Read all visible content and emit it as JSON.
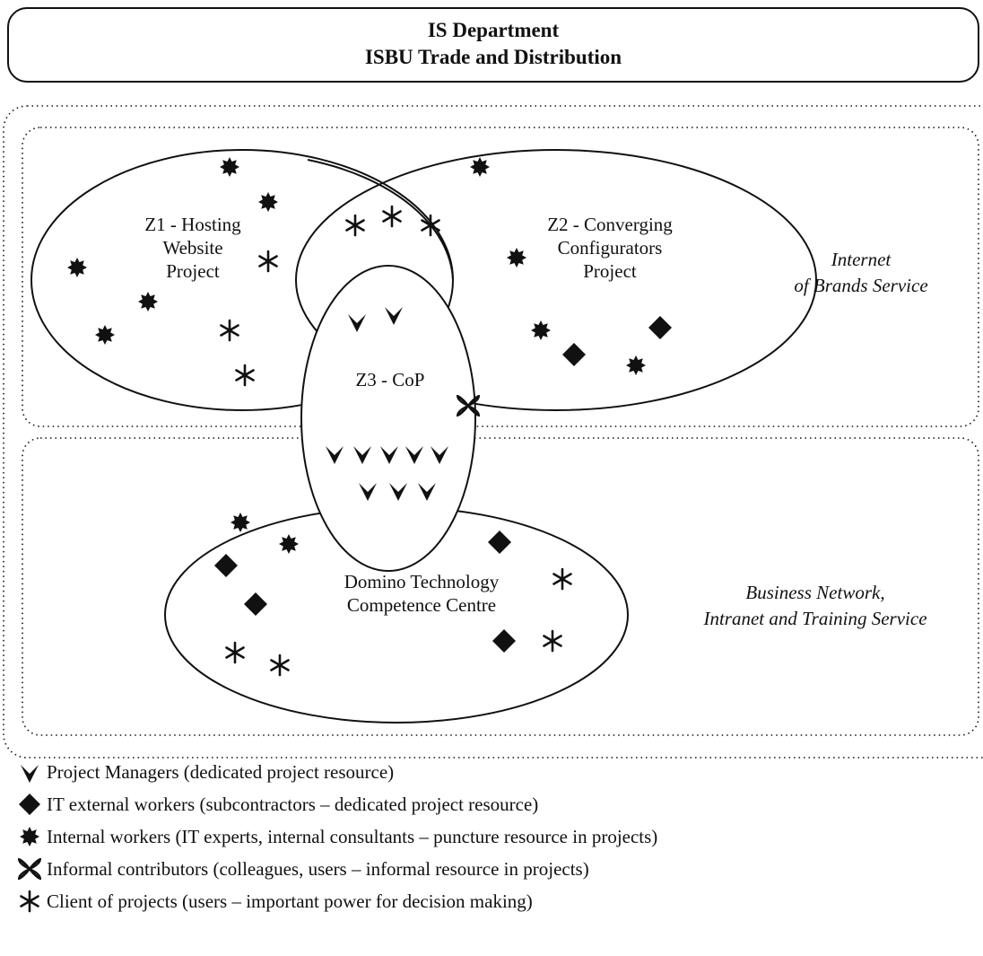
{
  "header": {
    "line1": "IS Department",
    "line2": "ISBU Trade and Distribution"
  },
  "zones": {
    "z1": [
      "Z1 - Hosting",
      "Website",
      "Project"
    ],
    "z2": [
      "Z2 - Converging",
      "Configurators",
      "Project"
    ],
    "z3": "Z3 - CoP",
    "domino": [
      "Domino Technology",
      "Competence Centre"
    ]
  },
  "services": {
    "internet": [
      "Internet",
      "of Brands Service"
    ],
    "business": [
      "Business Network,",
      "Intranet and Training Service"
    ]
  },
  "legend": [
    {
      "icon": "project-manager-chevron-icon",
      "label": "Project Managers (dedicated project resource)"
    },
    {
      "icon": "it-external-diamond-icon",
      "label": "IT external workers (subcontractors – dedicated project resource)"
    },
    {
      "icon": "internal-worker-starburst-icon",
      "label": "Internal workers (IT experts, internal consultants – puncture resource in projects)"
    },
    {
      "icon": "informal-contributor-flower-icon",
      "label": "Informal contributors (colleagues, users – informal resource in projects)"
    },
    {
      "icon": "client-asterisk-icon",
      "label": "Client of projects (users – important power for decision making)"
    }
  ]
}
